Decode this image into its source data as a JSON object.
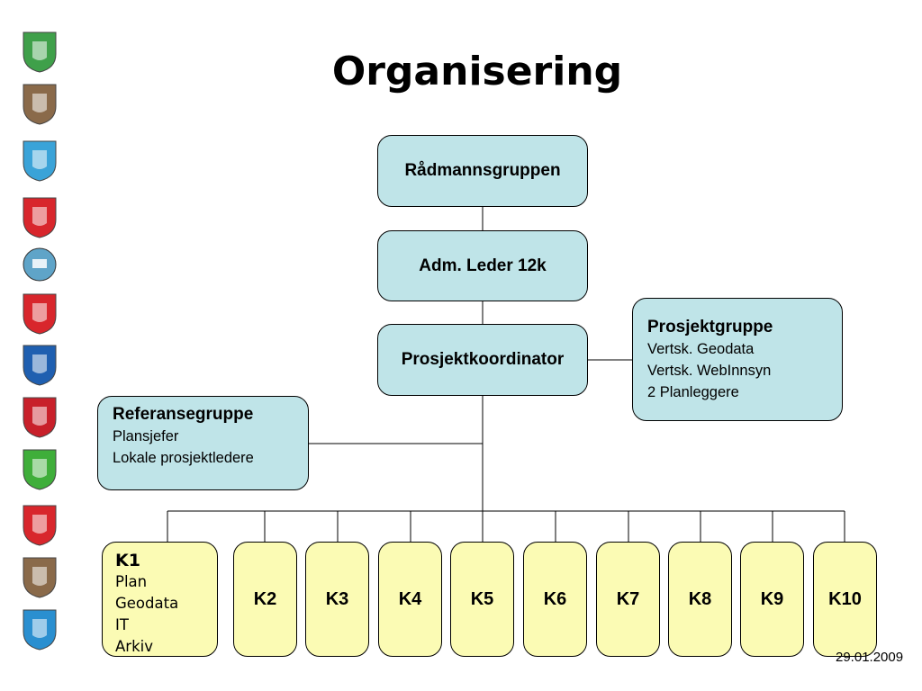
{
  "title": "Organisering",
  "date": "29.01.2009",
  "crests": [
    {
      "icon": "crest-green-cross-icon",
      "color": "#3fa04a"
    },
    {
      "icon": "crest-brown-castle-icon",
      "color": "#8a6a4a"
    },
    {
      "icon": "crest-blue-anchor-icon",
      "color": "#3aa3d8"
    },
    {
      "icon": "crest-red-stripes-icon",
      "color": "#d8262c"
    },
    {
      "icon": "crest-blue-round-icon",
      "color": "#5fa4c8"
    },
    {
      "icon": "crest-red-hearts-icon",
      "color": "#d8262c"
    },
    {
      "icon": "crest-blue-trident-icon",
      "color": "#1f5fb0"
    },
    {
      "icon": "crest-red-eagle-icon",
      "color": "#c8202a"
    },
    {
      "icon": "crest-green-triangles-icon",
      "color": "#3fae3a"
    },
    {
      "icon": "crest-red-sun-icon",
      "color": "#d8262c"
    },
    {
      "icon": "crest-brown-town-icon",
      "color": "#8a6a4a"
    },
    {
      "icon": "crest-blue-ship-icon",
      "color": "#2a8fd0"
    }
  ],
  "org": {
    "top": "Rådmannsgruppen",
    "leader": "Adm. Leder 12k",
    "coordinator": "Prosjektkoordinator",
    "project_group": {
      "head": "Prosjektgruppe",
      "lines": [
        "Vertsk. Geodata",
        "Vertsk. WebInnsyn",
        "2 Planleggere"
      ]
    },
    "reference_group": {
      "head": "Referansegruppe",
      "lines": [
        "Plansjefer",
        "Lokale prosjektledere"
      ]
    },
    "k1": {
      "head": "K1",
      "lines": [
        "Plan",
        "Geodata",
        "IT",
        "Arkiv"
      ]
    },
    "k_boxes": [
      "K2",
      "K3",
      "K4",
      "K5",
      "K6",
      "K7",
      "K8",
      "K9",
      "K10"
    ]
  },
  "colors": {
    "blue_box": "#bfe4e8",
    "yellow_box": "#fbfbb4"
  }
}
